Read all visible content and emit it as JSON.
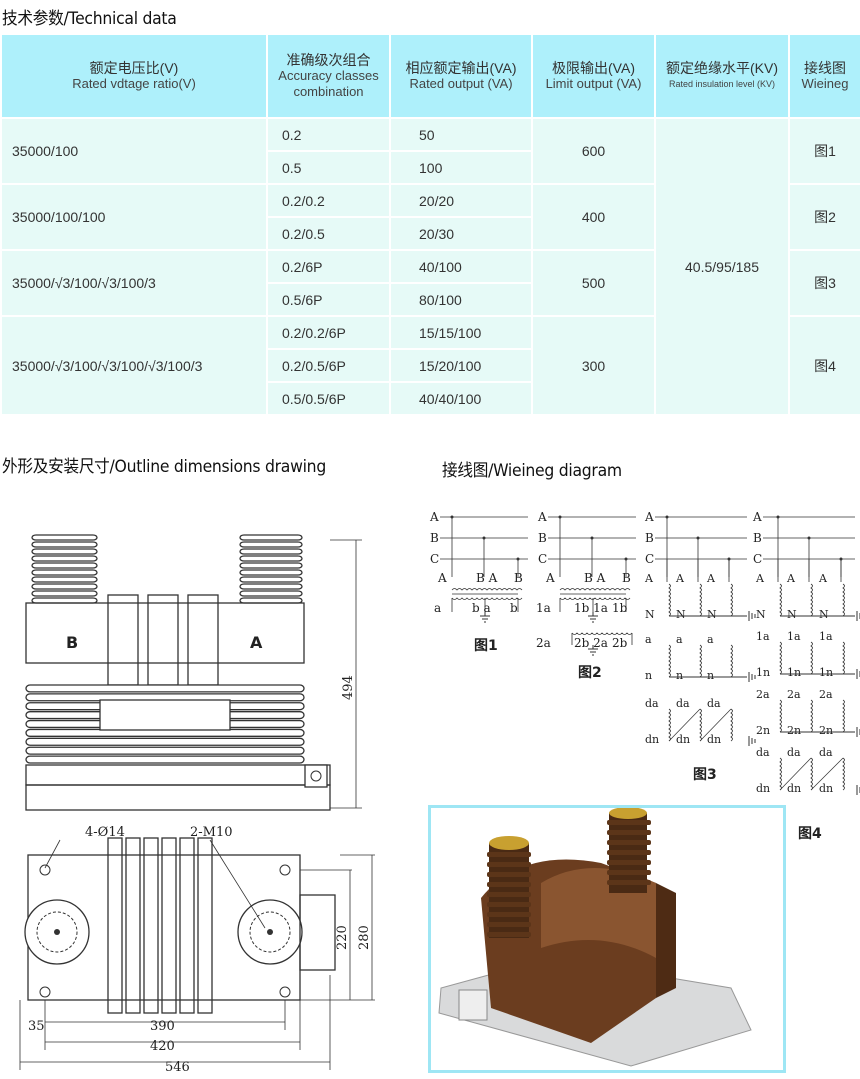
{
  "headings": {
    "technical": "技术参数/Technical data",
    "outline": "外形及安装尺寸/Outline dimensions drawing",
    "wiring": "接线图/Wieineg diagram"
  },
  "table": {
    "headers": [
      {
        "cn": "额定电压比(V)",
        "en": "Rated vdtage ratio(V)"
      },
      {
        "cn": "准确级次组合",
        "en": "Accuracy classes combination"
      },
      {
        "cn": "相应额定输出(VA)",
        "en": "Rated output (VA)"
      },
      {
        "cn": "极限输出(VA)",
        "en": "Limit output (VA)"
      },
      {
        "cn": "额定绝缘水平(KV)",
        "en": "Rated insulation level (KV)"
      },
      {
        "cn": "接线图",
        "en": "Wieineg"
      }
    ],
    "groups": [
      {
        "ratio": "35000/100",
        "limit": "600",
        "diagram": "图1",
        "rows": [
          {
            "acc": "0.2",
            "out": "50"
          },
          {
            "acc": "0.5",
            "out": "100"
          }
        ]
      },
      {
        "ratio": "35000/100/100",
        "limit": "400",
        "diagram": "图2",
        "rows": [
          {
            "acc": "0.2/0.2",
            "out": "20/20"
          },
          {
            "acc": "0.2/0.5",
            "out": "20/30"
          }
        ]
      },
      {
        "ratio": "35000/√3/100/√3/100/3",
        "limit": "500",
        "diagram": "图3",
        "rows": [
          {
            "acc": "0.2/6P",
            "out": "40/100"
          },
          {
            "acc": "0.5/6P",
            "out": "80/100"
          }
        ]
      },
      {
        "ratio": "35000/√3/100/√3/100/√3/100/3",
        "limit": "300",
        "diagram": "图4",
        "rows": [
          {
            "acc": "0.2/0.2/6P",
            "out": "15/15/100"
          },
          {
            "acc": "0.2/0.5/6P",
            "out": "15/20/100"
          },
          {
            "acc": "0.5/0.5/6P",
            "out": "40/40/100"
          }
        ]
      }
    ],
    "insulation": "40.5/95/185"
  },
  "outline": {
    "height": "494",
    "holes": "4-Ø14",
    "threads": "2-M10",
    "d220": "220",
    "d280": "280",
    "d35": "35",
    "d390": "390",
    "d420": "420",
    "d546": "546",
    "mark_b": "B",
    "mark_a": "A"
  },
  "wiring": {
    "bus": [
      "A",
      "B",
      "C"
    ],
    "fig1": {
      "primary": [
        "A",
        "B A",
        "B"
      ],
      "secondary": [
        "a",
        "b a",
        "b"
      ],
      "caption": "图1"
    },
    "fig2": {
      "primary": [
        "A",
        "B A",
        "B"
      ],
      "secondary": [
        "1a",
        "1b 1a",
        "1b"
      ],
      "tertiary": [
        "2a",
        "2b 2a",
        "2b"
      ],
      "caption": "图2"
    },
    "fig3": {
      "rows": [
        [
          "A",
          "N"
        ],
        [
          "a",
          "n"
        ],
        [
          "da",
          "dn"
        ]
      ],
      "caption": "图3"
    },
    "fig4": {
      "rows": [
        [
          "A",
          "N"
        ],
        [
          "1a",
          "1n"
        ],
        [
          "2a",
          "2n"
        ],
        [
          "da",
          "dn"
        ]
      ],
      "caption": "图4"
    }
  },
  "colors": {
    "header_bg": "#aef0fb",
    "body_bg": "#e6faf7",
    "photo_border": "#9ee6f4",
    "product": "#6b3d1f"
  }
}
